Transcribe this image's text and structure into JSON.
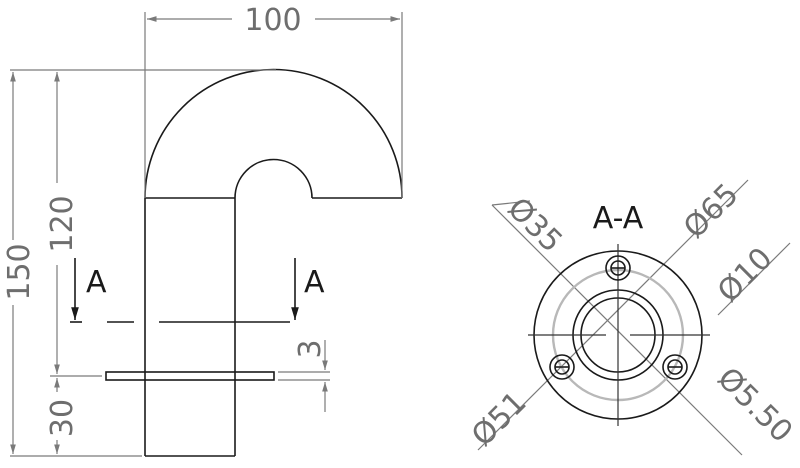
{
  "drawing": {
    "type": "technical-drawing",
    "side_view": {
      "dimensions": {
        "width": "100",
        "total_height": "150",
        "upper_height": "120",
        "lower_height": "30",
        "flange_thickness": "3"
      },
      "section_marker_left": "A",
      "section_marker_right": "A"
    },
    "section_view": {
      "title": "A-A",
      "dimensions": {
        "inner_diameter": "Ø35",
        "outer_diameter": "Ø65",
        "pipe_diameter": "Ø10",
        "bolt_circle_diameter": "Ø51",
        "hole_diameter": "Ø5.50"
      }
    },
    "colors": {
      "object_line": "#1a1a1a",
      "dimension_line": "#7a7a7a",
      "bolt_circle": "#b8b8b8"
    }
  }
}
